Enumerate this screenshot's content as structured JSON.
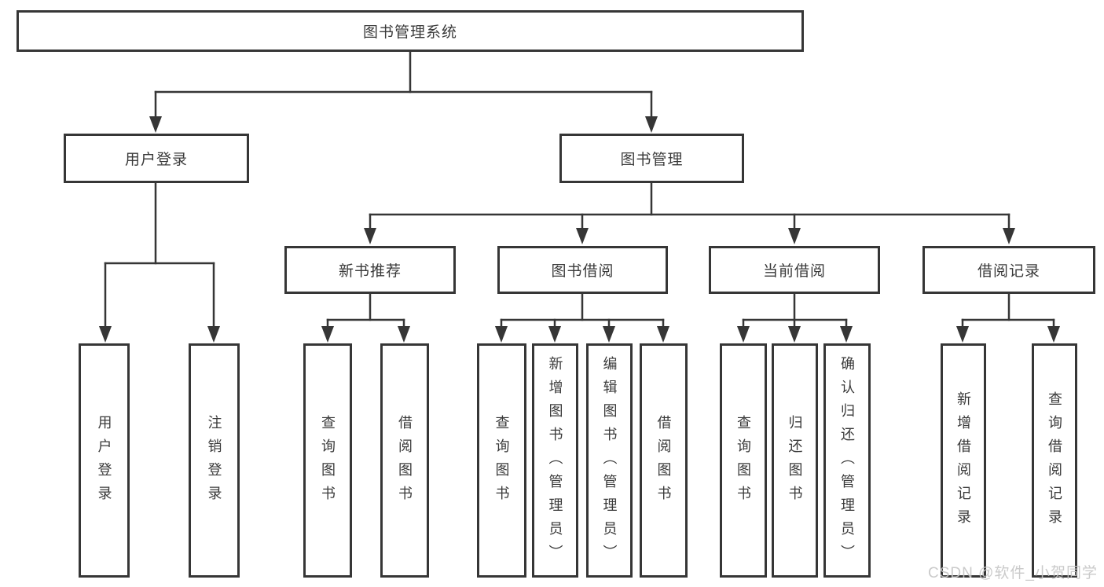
{
  "diagram": {
    "root": "图书管理系统",
    "user_branch": {
      "label": "用户登录",
      "children": [
        "用户登录",
        "注销登录"
      ]
    },
    "mgmt_branch": {
      "label": "图书管理",
      "groups": [
        {
          "label": "新书推荐",
          "children": [
            "查询图书",
            "借阅图书"
          ]
        },
        {
          "label": "图书借阅",
          "children": [
            "查询图书",
            "新增图书（管理员）",
            "编辑图书（管理员）",
            "借阅图书"
          ]
        },
        {
          "label": "当前借阅",
          "children": [
            "查询图书",
            "归还图书",
            "确认归还（管理员）"
          ]
        },
        {
          "label": "借阅记录",
          "children": [
            "新增借阅记录",
            "查询借阅记录"
          ]
        }
      ]
    }
  },
  "watermark": "CSDN @软件_小贺同学",
  "colors": {
    "line": "#363636",
    "text": "#3a3a3a",
    "watermark": "#c6c6c6",
    "background": "#ffffff"
  }
}
